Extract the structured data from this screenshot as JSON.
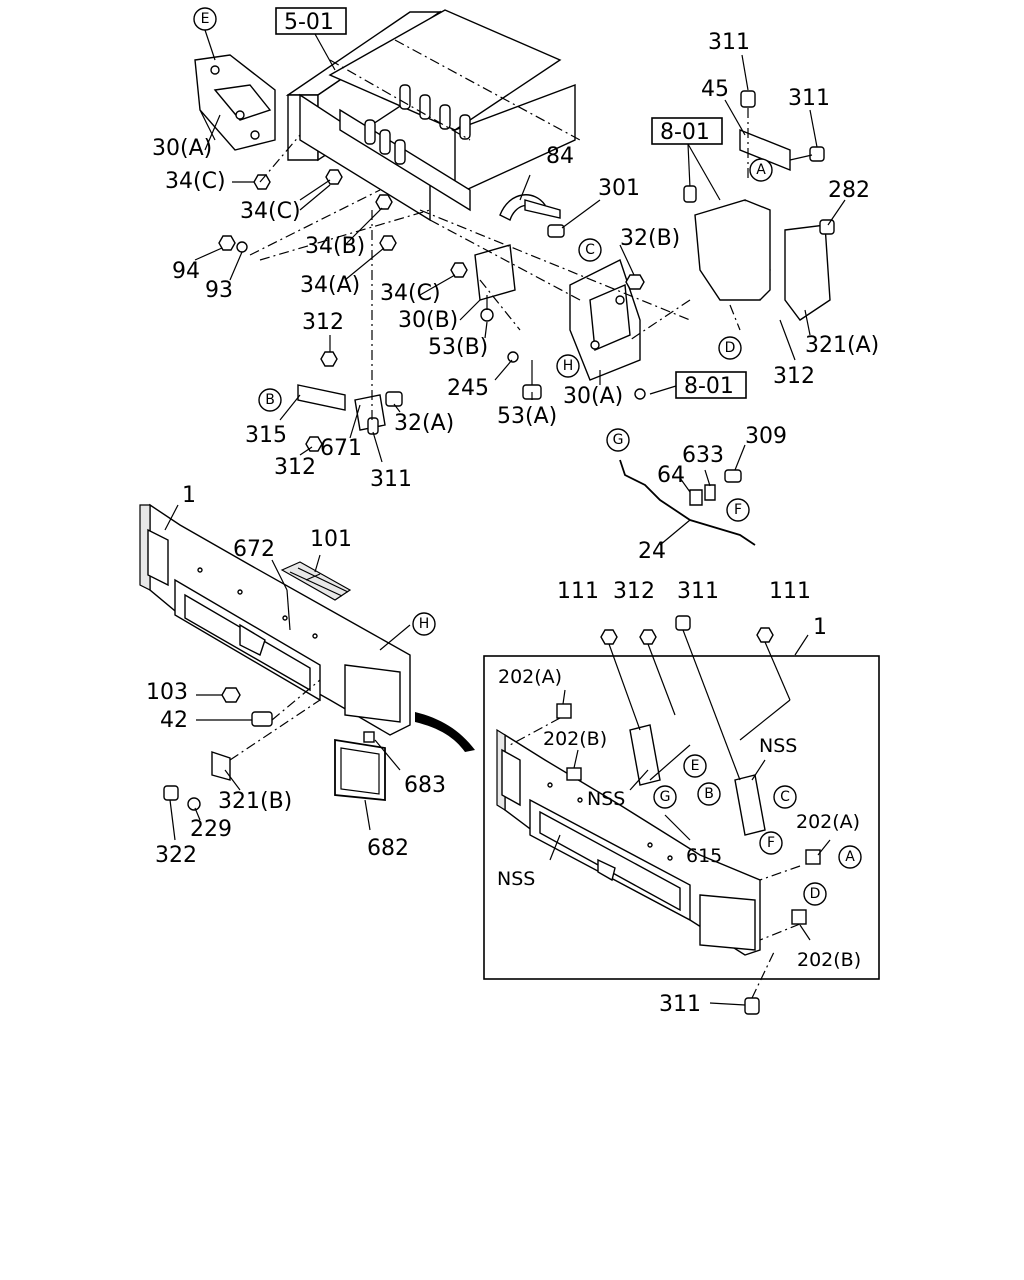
{
  "refs": {
    "ref_5_01": "5-01",
    "ref_8_01_top": "8-01",
    "ref_8_01_bottom": "8-01"
  },
  "callouts": {
    "E_top": "E",
    "C_bracket": "C",
    "A_top": "A",
    "H_bracket": "H",
    "B_stay": "B",
    "D_right": "D",
    "G_harness": "G",
    "F_harness": "F",
    "H_bumper": "H",
    "E_inset": "E",
    "G_inset": "G",
    "B_inset": "B",
    "C_inset": "C",
    "F_inset": "F",
    "A_inset": "A",
    "D_inset": "D"
  },
  "labels": {
    "p30a_left": "30(A)",
    "p34c_1": "34(C)",
    "p34c_2": "34(C)",
    "p34b": "34(B)",
    "p94": "94",
    "p93": "93",
    "p34a": "34(A)",
    "p34c_3": "34(C)",
    "p30b": "30(B)",
    "p53b": "53(B)",
    "p84": "84",
    "p301": "301",
    "p32b": "32(B)",
    "p245": "245",
    "p53a": "53(A)",
    "p30a_mid": "30(A)",
    "p312_top": "312",
    "p315": "315",
    "p312_low": "312",
    "p671": "671",
    "p32a": "32(A)",
    "p311_low": "311",
    "p311_tr1": "311",
    "p45": "45",
    "p311_tr2": "311",
    "p282": "282",
    "p321a": "321(A)",
    "p312_right": "312",
    "p309": "309",
    "p633": "633",
    "p64": "64",
    "p24": "24",
    "p1_main": "1",
    "p672": "672",
    "p101": "101",
    "p103": "103",
    "p42": "42",
    "p321b": "321(B)",
    "p322": "322",
    "p229": "229",
    "p683": "683",
    "p682": "682",
    "p111_a": "111",
    "p312_i": "312",
    "p311_i": "311",
    "p111_b": "111",
    "p1_inset": "1",
    "p202a_1": "202(A)",
    "p202b_1": "202(B)",
    "nss_1": "NSS",
    "nss_2": "NSS",
    "p615": "615",
    "nss_3": "NSS",
    "p202a_2": "202(A)",
    "p202b_2": "202(B)",
    "p311_bottom": "311"
  }
}
